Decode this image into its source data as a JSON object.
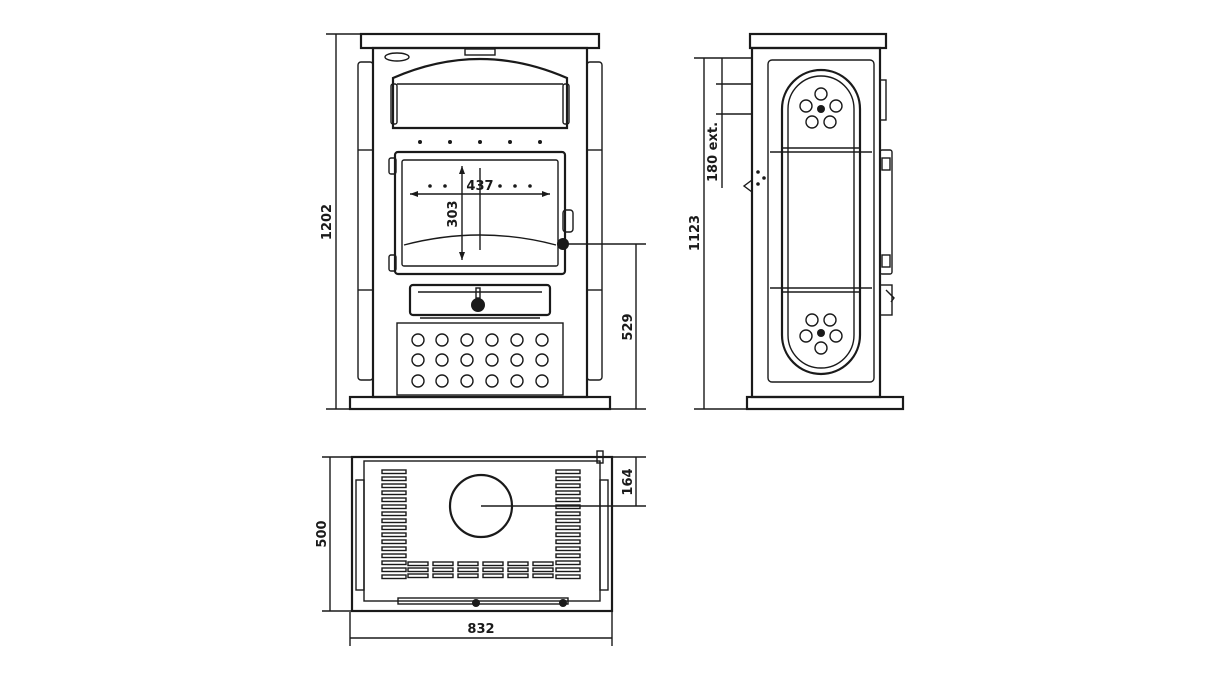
{
  "dimensions": {
    "front_height": "1202",
    "opening_width": "437",
    "opening_height": "303",
    "handle_height": "529",
    "side_height": "1123",
    "flue_ext": "180 ext.",
    "top_depth": "500",
    "flue_offset": "164",
    "top_width": "832"
  },
  "colors": {
    "line": "#1a1a1a",
    "background": "#ffffff"
  }
}
